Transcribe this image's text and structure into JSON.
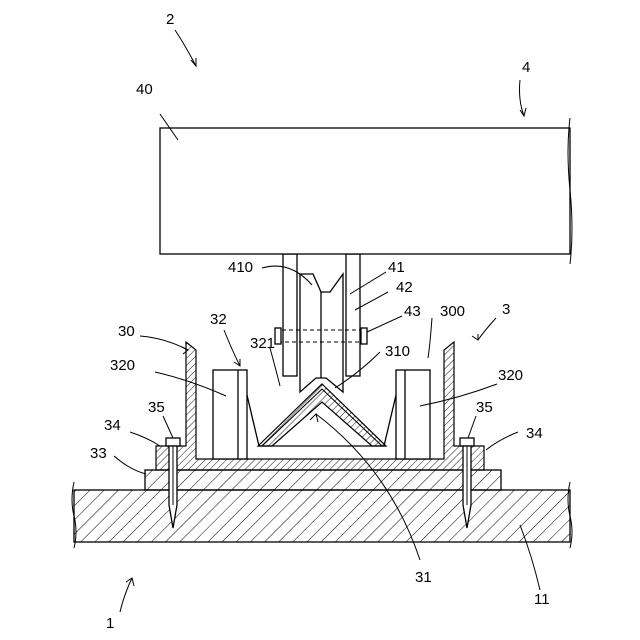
{
  "labels": {
    "l1": "1",
    "l2": "2",
    "l3": "3",
    "l4": "4",
    "l11": "11",
    "l30": "30",
    "l31": "31",
    "l32": "32",
    "l33": "33",
    "l34a": "34",
    "l34b": "34",
    "l35a": "35",
    "l35b": "35",
    "l40": "40",
    "l41": "41",
    "l42": "42",
    "l43": "43",
    "l300": "300",
    "l310": "310",
    "l320a": "320",
    "l320b": "320",
    "l321": "321",
    "l410": "410"
  }
}
